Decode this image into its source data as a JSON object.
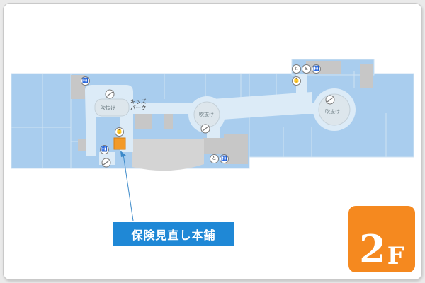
{
  "floor": {
    "number": "2",
    "suffix": "F"
  },
  "highlight_store": {
    "label": "保険見直し本舗"
  },
  "area_labels": {
    "atrium_1": "吹抜け",
    "atrium_2": "吹抜け",
    "atrium_3": "吹抜け",
    "kids_park_line1": "キッズ",
    "kids_park_line2": "パーク"
  },
  "icons": {
    "restroom": "restroom-icon",
    "elevator": "elevator-icon",
    "escalator": "escalator-icon",
    "wheelchair": "wheelchair-icon",
    "baby": "baby-care-icon"
  },
  "colors": {
    "tenant": "#a9cdee",
    "corridor": "#dcebf7",
    "service": "#c7c7c7",
    "highlight": "#f39a29",
    "label_bg": "#1f88d6",
    "badge": "#f5891f"
  }
}
